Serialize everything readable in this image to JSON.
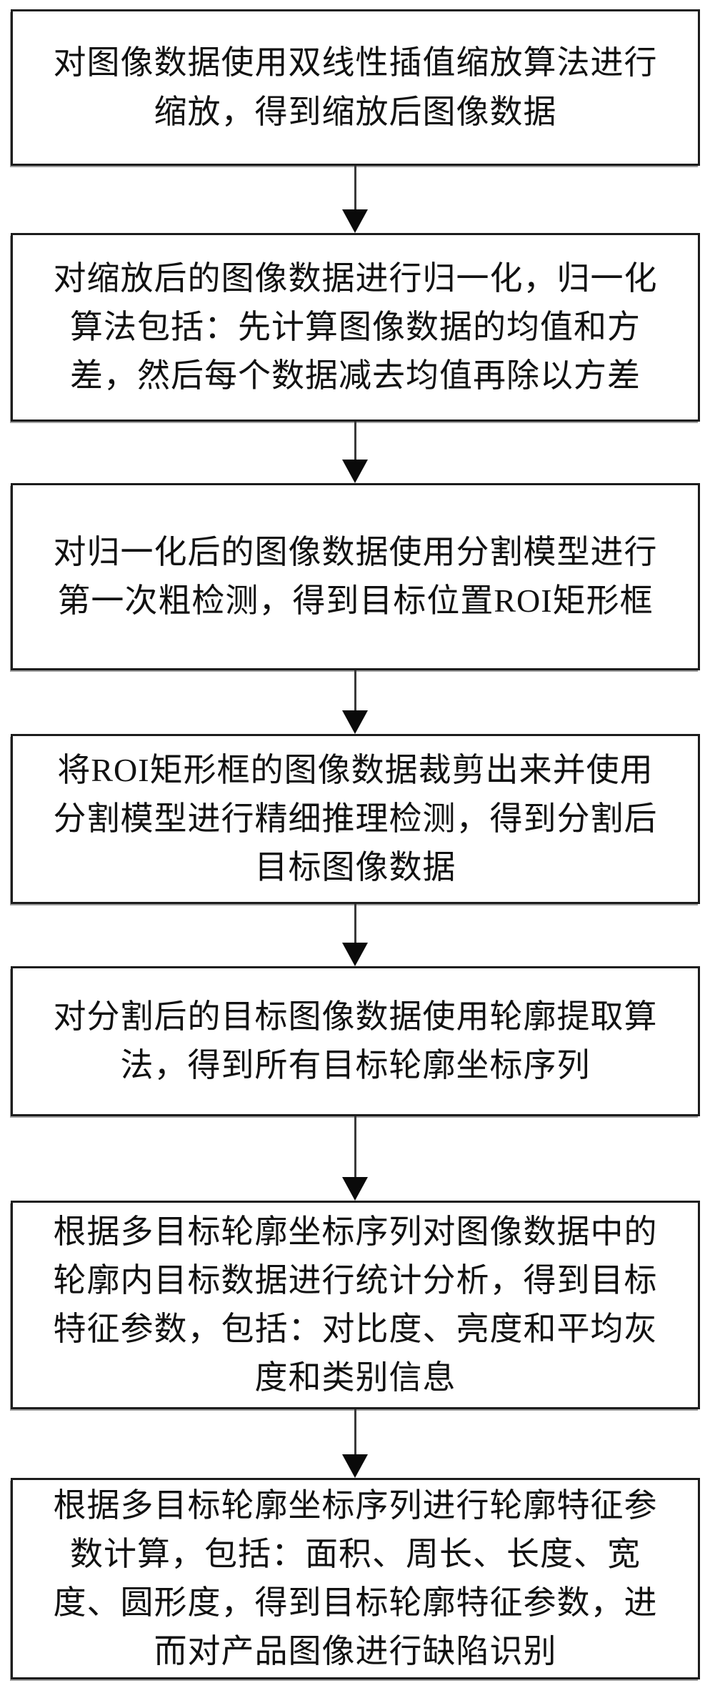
{
  "flowchart": {
    "colors": {
      "background": "#ffffff",
      "box_border": "#1c1c1c",
      "text": "#111111",
      "arrow_line": "#3a3a3a",
      "arrow_head": "#0a0a0a"
    },
    "steps": [
      {
        "text": "对图像数据使用双线性插值缩放算法进行缩放，得到缩放后图像数据"
      },
      {
        "text": "对缩放后的图像数据进行归一化，归一化算法包括：先计算图像数据的均值和方差，然后每个数据减去均值再除以方差"
      },
      {
        "text": "对归一化后的图像数据使用分割模型进行第一次粗检测，得到目标位置ROI矩形框"
      },
      {
        "text": "将ROI矩形框的图像数据裁剪出来并使用分割模型进行精细推理检测，得到分割后目标图像数据"
      },
      {
        "text": "对分割后的目标图像数据使用轮廓提取算法，得到所有目标轮廓坐标序列"
      },
      {
        "text": "根据多目标轮廓坐标序列对图像数据中的轮廓内目标数据进行统计分析，得到目标特征参数，包括：对比度、亮度和平均灰度和类别信息"
      },
      {
        "text": "根据多目标轮廓坐标序列进行轮廓特征参数计算，包括：面积、周长、长度、宽度、圆形度，得到目标轮廓特征参数，进而对产品图像进行缺陷识别"
      }
    ]
  }
}
